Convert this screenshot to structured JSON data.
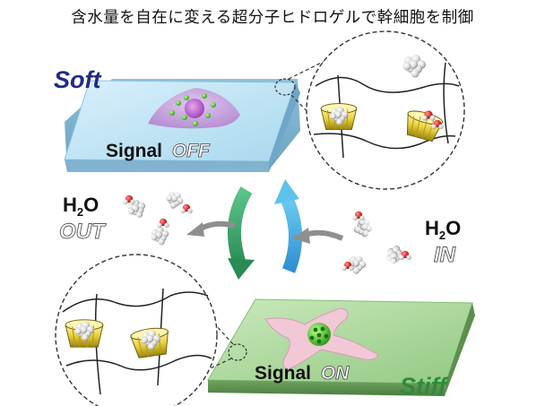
{
  "title": "含水量を自在に変える超分子ヒドロゲルで幹細胞を制御",
  "soft_label": "Soft",
  "stiff_label": "Stiff",
  "signal_top": {
    "prefix": "Signal",
    "state": "OFF"
  },
  "signal_bottom": {
    "prefix": "Signal",
    "state": "ON"
  },
  "water_out": {
    "h": "H",
    "sub": "2",
    "o": "O",
    "word": "OUT"
  },
  "water_in": {
    "h": "H",
    "sub": "2",
    "o": "O",
    "word": "IN"
  },
  "colors": {
    "soft_text": "#1f2a8a",
    "stiff_text": "#2e8b3c",
    "soft_plate": "#bfe3f3",
    "stiff_plate": "#a8d59a",
    "arrow_green": "#3aa66a",
    "arrow_blue": "#4bb3e6",
    "arrow_gray": "#8f8f8f",
    "host_gold": "#e8d44a"
  }
}
